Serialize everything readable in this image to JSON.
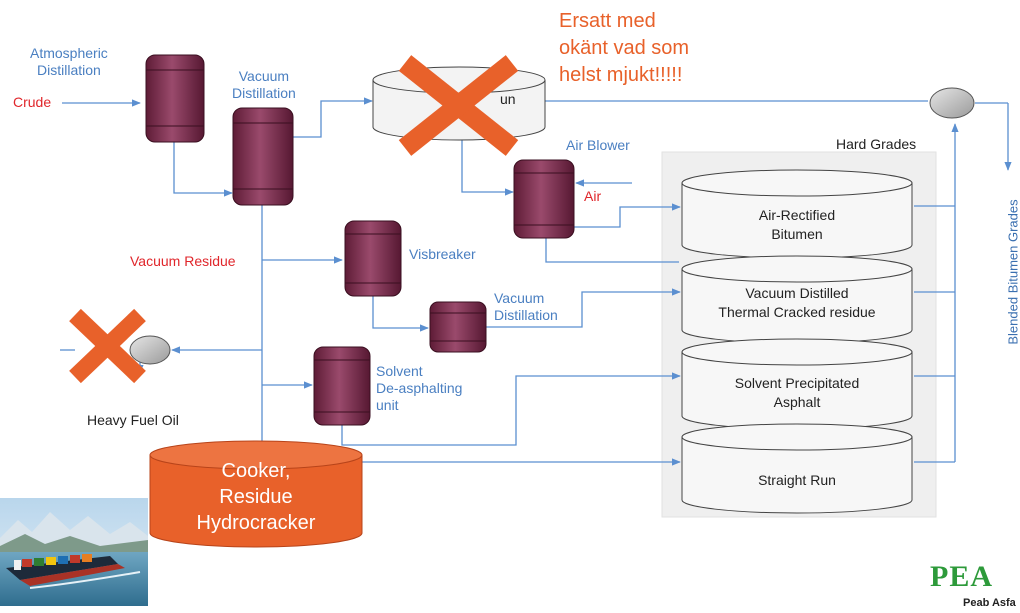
{
  "labels": {
    "atmospheric_distillation": "Atmospheric\nDistillation",
    "crude": "Crude",
    "vacuum_distillation_top": "Vacuum\nDistillation",
    "vacuum_residue": "Vacuum Residue",
    "visbreaker": "Visbreaker",
    "vacuum_distillation_mid": "Vacuum\nDistillation",
    "solvent_deasphalting": "Solvent\nDe-asphalting\nunit",
    "heavy_fuel_oil": "Heavy Fuel Oil",
    "air_blower": "Air Blower",
    "air": "Air",
    "hard_grades": "Hard Grades",
    "blended_bitumen_grades": "Blended Bitumen Grades",
    "straight_run_tank_partial": "un"
  },
  "grades": [
    "Air-Rectified\nBitumen",
    "Vacuum Distilled\nThermal Cracked residue",
    "Solvent Precipitated\nAsphalt",
    "Straight Run"
  ],
  "annotation": {
    "note": "Ersatt med\nokänt vad som\nhelst mjukt!!!!!",
    "cooker": "Cooker,\nResidue\nHydrocracker"
  },
  "logo": {
    "mark": "PEA",
    "subtitle": "Peab Asfa"
  },
  "colors": {
    "vessel": "#7a2a4a",
    "flow_line": "#5b8fd0",
    "cross": "#e8612a",
    "cooker_fill": "#e8612a",
    "panel": "#efefef",
    "logo_green": "#2d9a3a"
  },
  "icons": {
    "cross": "cross-out-icon",
    "ship": "container-ship-image"
  }
}
